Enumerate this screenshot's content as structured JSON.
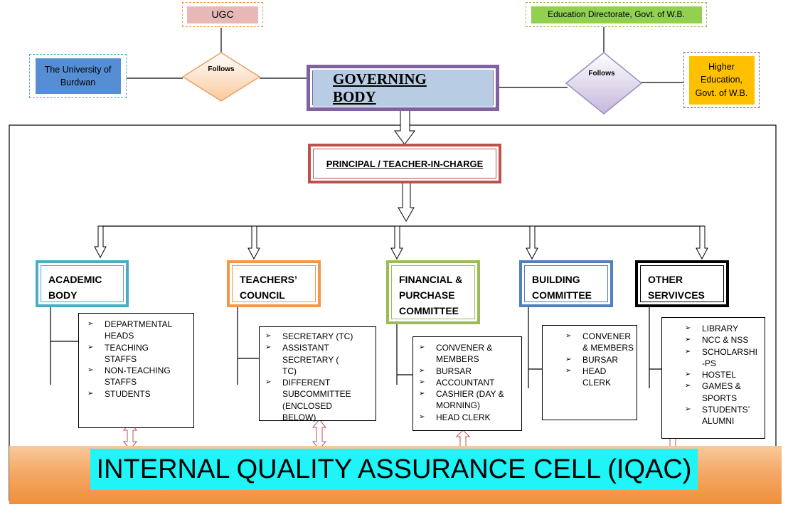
{
  "external": {
    "ugc": "UGC",
    "university": "The University of Burdwan",
    "edu_directorate": "Education Directorate, Govt. of W.B.",
    "higher_education": "Higher Education, Govt. of W.B.",
    "follows_left": "Follows",
    "follows_right": "Follows"
  },
  "governing_body": "GOVERNING BODY",
  "principal": "PRINCIPAL / TEACHER-IN-CHARGE",
  "categories": [
    {
      "title": "ACADEMIC BODY",
      "items": [
        "DEPARTMENTAL HEADS",
        "TEACHING STAFFS",
        "NON-TEACHING STAFFS",
        "STUDENTS"
      ]
    },
    {
      "title": "TEACHERS’ COUNCIL",
      "items": [
        "SECRETARY (TC)",
        "ASSISTANT SECRETARY ( TC)",
        "DIFFERENT SUBCOMMITTEE (ENCLOSED BELOW)"
      ]
    },
    {
      "title": "FINANCIAL & PURCHASE COMMITTEE",
      "items": [
        "CONVENER & MEMBERS",
        "BURSAR",
        "ACCOUNTANT",
        "CASHIER (DAY & MORNING)",
        "HEAD CLERK"
      ]
    },
    {
      "title": "BUILDING COMMITTEE",
      "items": [
        "CONVENER & MEMBERS",
        "BURSAR",
        "HEAD CLERK"
      ]
    },
    {
      "title": "OTHER SERVIVCES",
      "items": [
        "LIBRARY",
        "NCC & NSS",
        "SCHOLARSHI -PS",
        "HOSTEL",
        "GAMES & SPORTS",
        "STUDENTS’ ALUMNI"
      ]
    }
  ],
  "iqac": "INTERNAL QUALITY ASSURANCE CELL (IQAC)",
  "colors": {
    "governing_border": "#8062a0",
    "principal_border": "#c0504d",
    "academic_border": "#4bacc6",
    "teachers_border": "#f79646",
    "financial_border": "#9bbb59",
    "building_border": "#4f81bd",
    "other_border": "#000000",
    "iqac_label_bg": "#1ff4f7"
  }
}
